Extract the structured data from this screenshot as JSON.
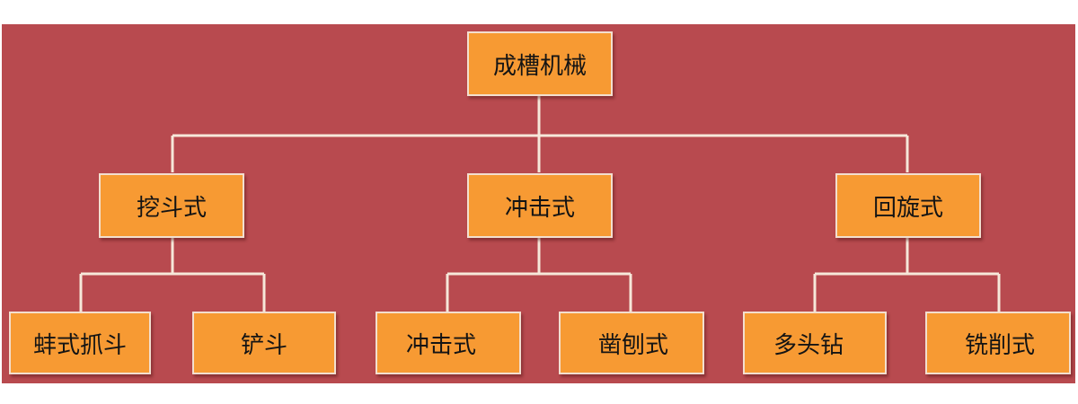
{
  "colors": {
    "panel_background": "#b84a4f",
    "node_fill": "#f79a33",
    "node_border": "#f3dfcf",
    "connector": "#f6e8da",
    "text": "#141414"
  },
  "root": {
    "label": "成槽机械",
    "children": [
      {
        "label": "挖斗式",
        "children": [
          {
            "label": "蚌式抓斗"
          },
          {
            "label": "铲斗"
          }
        ]
      },
      {
        "label": "冲击式",
        "children": [
          {
            "label": "冲击式"
          },
          {
            "label": "凿刨式"
          }
        ]
      },
      {
        "label": "回旋式",
        "children": [
          {
            "label": "多头钻"
          },
          {
            "label": "铣削式"
          }
        ]
      }
    ]
  }
}
